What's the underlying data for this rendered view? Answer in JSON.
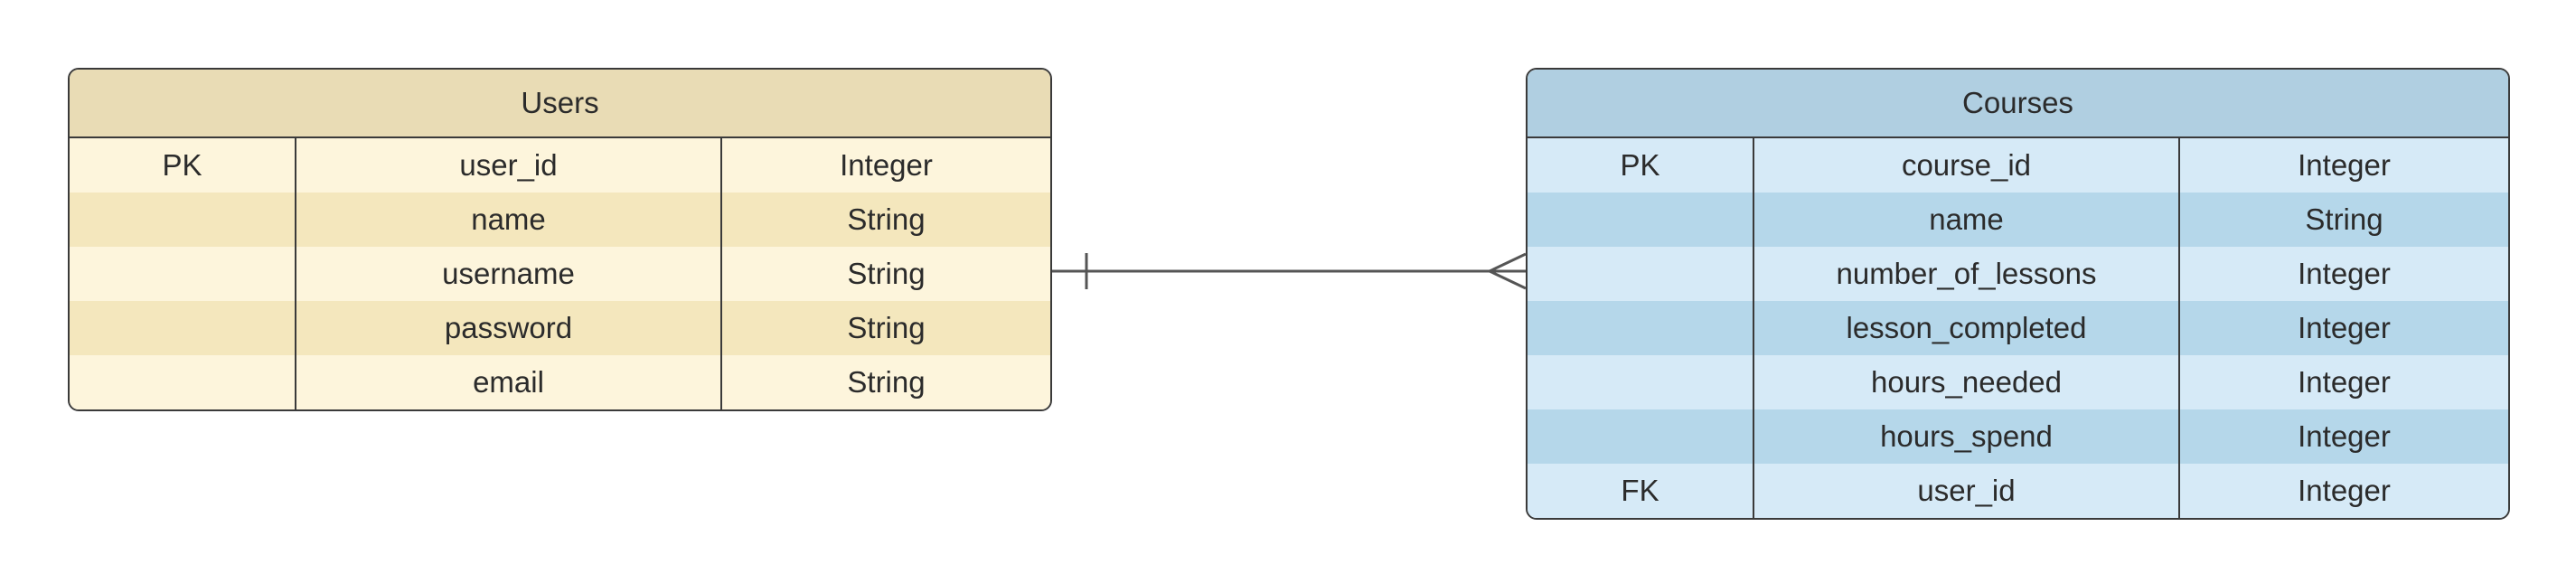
{
  "users": {
    "title": "Users",
    "rows": [
      {
        "key": "PK",
        "name": "user_id",
        "type": "Integer"
      },
      {
        "key": "",
        "name": "name",
        "type": "String"
      },
      {
        "key": "",
        "name": "username",
        "type": "String"
      },
      {
        "key": "",
        "name": "password",
        "type": "String"
      },
      {
        "key": "",
        "name": "email",
        "type": "String"
      }
    ]
  },
  "courses": {
    "title": "Courses",
    "rows": [
      {
        "key": "PK",
        "name": "course_id",
        "type": "Integer"
      },
      {
        "key": "",
        "name": "name",
        "type": "String"
      },
      {
        "key": "",
        "name": "number_of_lessons",
        "type": "Integer"
      },
      {
        "key": "",
        "name": "lesson_completed",
        "type": "Integer"
      },
      {
        "key": "",
        "name": "hours_needed",
        "type": "Integer"
      },
      {
        "key": "",
        "name": "hours_spend",
        "type": "Integer"
      },
      {
        "key": "FK",
        "name": "user_id",
        "type": "Integer"
      }
    ]
  },
  "relationship": {
    "from": "Users",
    "to": "Courses",
    "from_cardinality": "one",
    "to_cardinality": "many"
  },
  "colors": {
    "users_header": "#e9dcb5",
    "users_row_light": "#fdf5dc",
    "users_row_dark": "#f4e7bd",
    "courses_header": "#b0cfe1",
    "courses_row_light": "#d6eaf7",
    "courses_row_dark": "#b5d7ea",
    "line": "#555555"
  }
}
